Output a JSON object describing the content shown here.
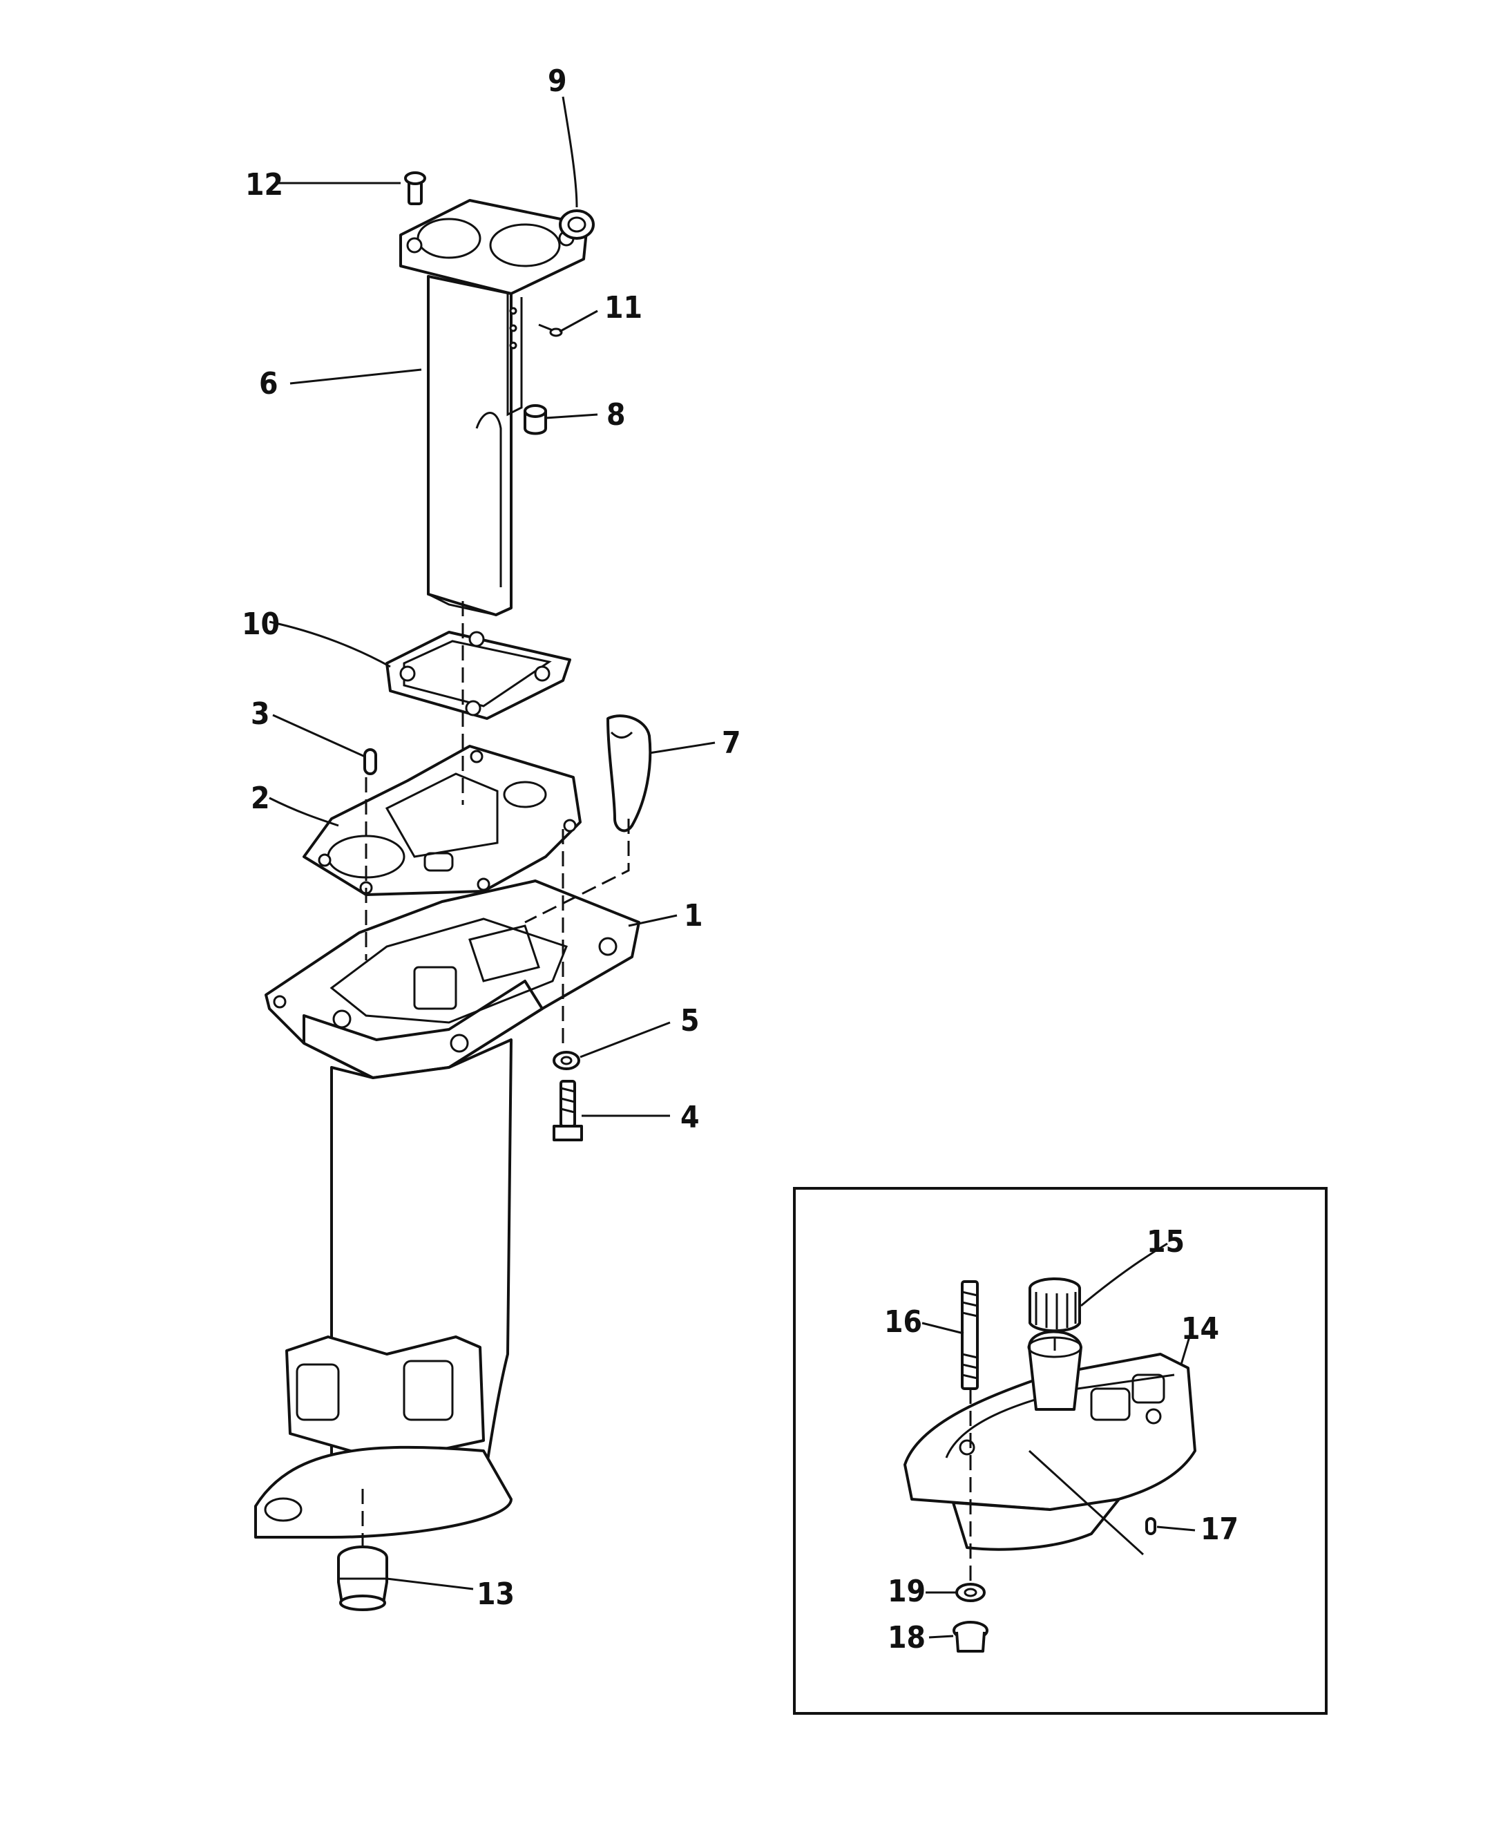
{
  "diagram": {
    "callouts": [
      {
        "id": "c1",
        "label": "1"
      },
      {
        "id": "c2",
        "label": "2"
      },
      {
        "id": "c3",
        "label": "3"
      },
      {
        "id": "c4",
        "label": "4"
      },
      {
        "id": "c5",
        "label": "5"
      },
      {
        "id": "c6",
        "label": "6"
      },
      {
        "id": "c7",
        "label": "7"
      },
      {
        "id": "c8",
        "label": "8"
      },
      {
        "id": "c9",
        "label": "9"
      },
      {
        "id": "c10",
        "label": "10"
      },
      {
        "id": "c11",
        "label": "11"
      },
      {
        "id": "c12",
        "label": "12"
      },
      {
        "id": "c13",
        "label": "13"
      },
      {
        "id": "c14",
        "label": "14"
      },
      {
        "id": "c15",
        "label": "15"
      },
      {
        "id": "c16",
        "label": "16"
      },
      {
        "id": "c17",
        "label": "17"
      },
      {
        "id": "c18",
        "label": "18"
      },
      {
        "id": "c19",
        "label": "19"
      }
    ],
    "ink_color": "#111111",
    "background_color": "#ffffff"
  }
}
